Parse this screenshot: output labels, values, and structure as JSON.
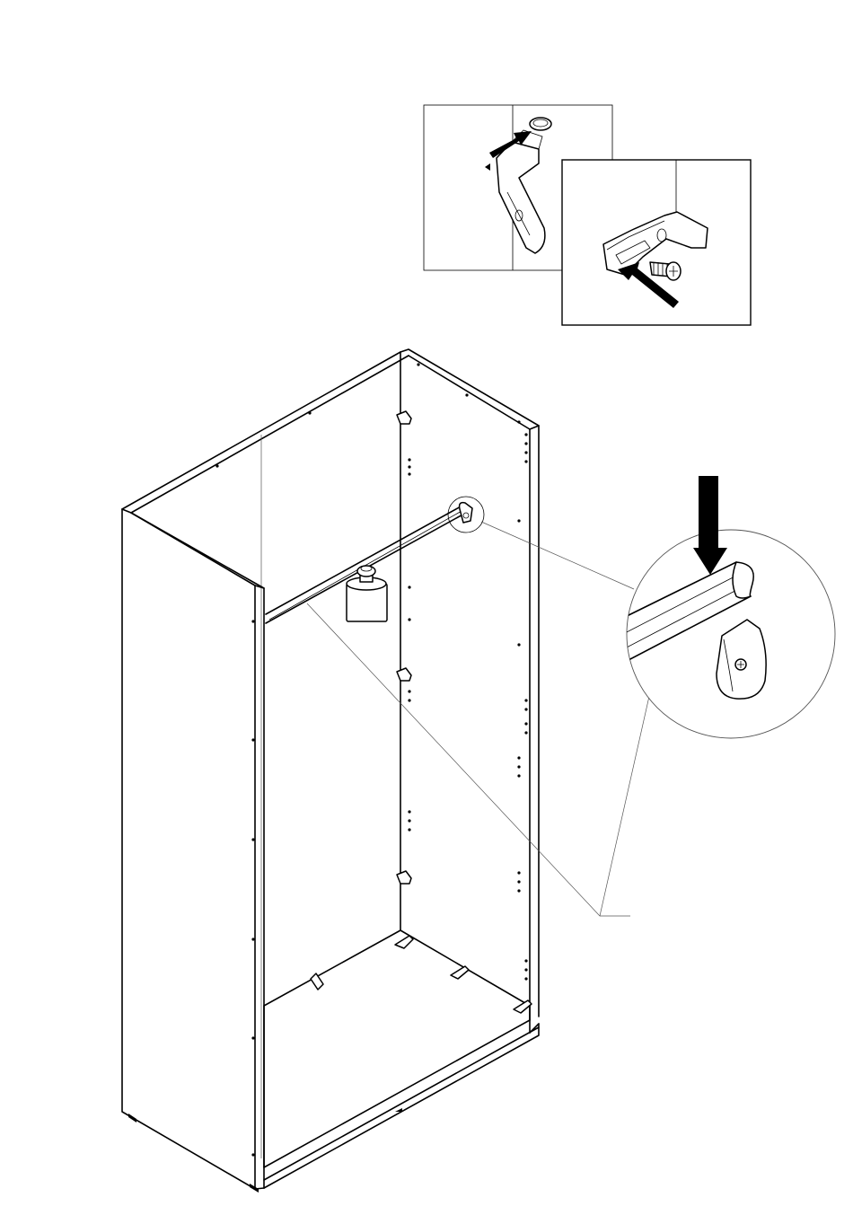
{
  "diagram": {
    "type": "assembly-instruction",
    "callouts": [
      {
        "id": "cam-clip-insert",
        "icon": "cam-clip-icon"
      },
      {
        "id": "screw-into-bracket",
        "icon": "screw-icon"
      },
      {
        "id": "rail-into-holder",
        "icon": "hanging-rail-icon"
      }
    ],
    "colors": {
      "line": "#000000",
      "background": "#ffffff",
      "arrow": "#000000"
    }
  }
}
